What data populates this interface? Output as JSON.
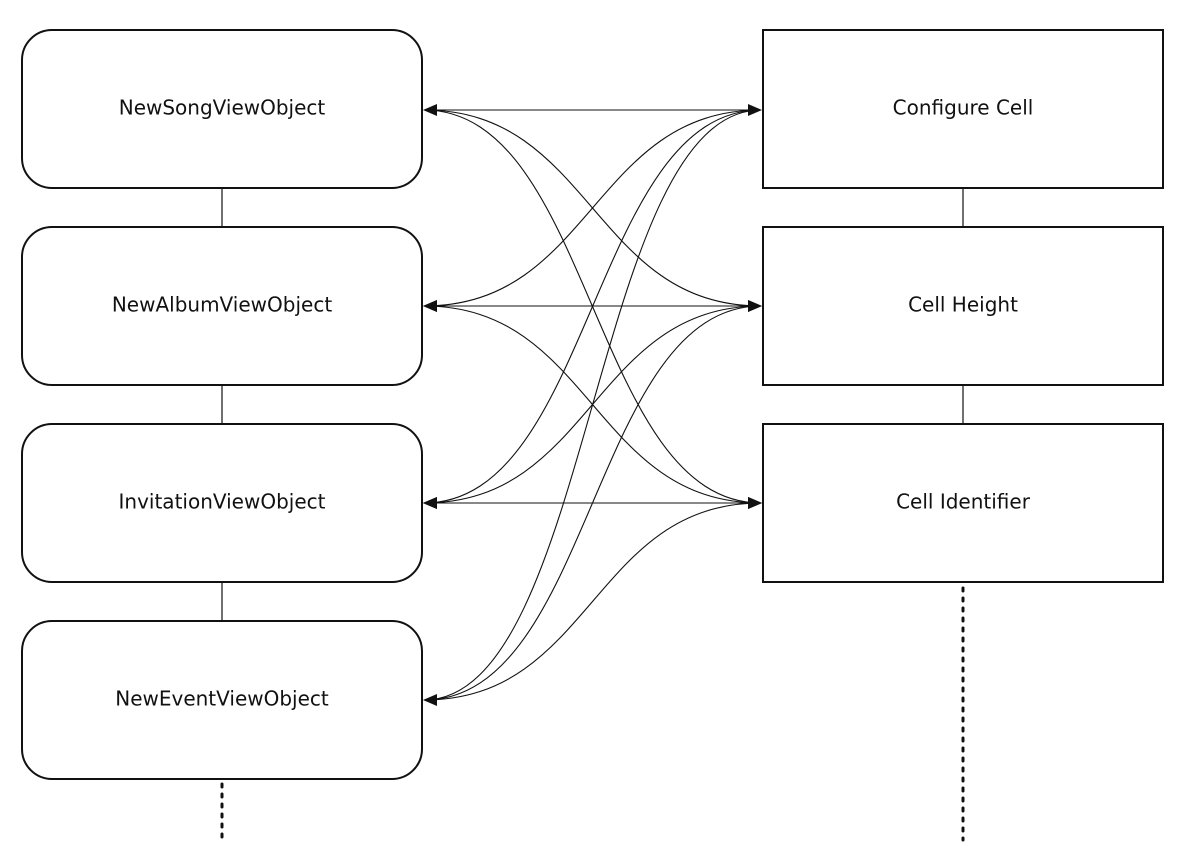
{
  "left_nodes": [
    {
      "label": "NewSongViewObject"
    },
    {
      "label": "NewAlbumViewObject"
    },
    {
      "label": "InvitationViewObject"
    },
    {
      "label": "NewEventViewObject"
    }
  ],
  "right_nodes": [
    {
      "label": "Configure Cell"
    },
    {
      "label": "Cell Height"
    },
    {
      "label": "Cell Identifier"
    }
  ],
  "connections": [
    {
      "from": 0,
      "to": 0,
      "arrow_left": true,
      "arrow_right": true
    },
    {
      "from": 0,
      "to": 1,
      "arrow_left": false,
      "arrow_right": true
    },
    {
      "from": 0,
      "to": 2,
      "arrow_left": false,
      "arrow_right": true
    },
    {
      "from": 1,
      "to": 0,
      "arrow_left": true,
      "arrow_right": false
    },
    {
      "from": 1,
      "to": 1,
      "arrow_left": true,
      "arrow_right": true
    },
    {
      "from": 1,
      "to": 2,
      "arrow_left": false,
      "arrow_right": true
    },
    {
      "from": 2,
      "to": 0,
      "arrow_left": true,
      "arrow_right": false
    },
    {
      "from": 2,
      "to": 1,
      "arrow_left": true,
      "arrow_right": false
    },
    {
      "from": 2,
      "to": 2,
      "arrow_left": true,
      "arrow_right": true
    },
    {
      "from": 3,
      "to": 0,
      "arrow_left": true,
      "arrow_right": false
    },
    {
      "from": 3,
      "to": 1,
      "arrow_left": false,
      "arrow_right": false
    },
    {
      "from": 3,
      "to": 2,
      "arrow_left": false,
      "arrow_right": false
    }
  ],
  "left_continues": true,
  "right_continues": true,
  "colors": {
    "stroke": "#111111",
    "background": "#ffffff"
  }
}
